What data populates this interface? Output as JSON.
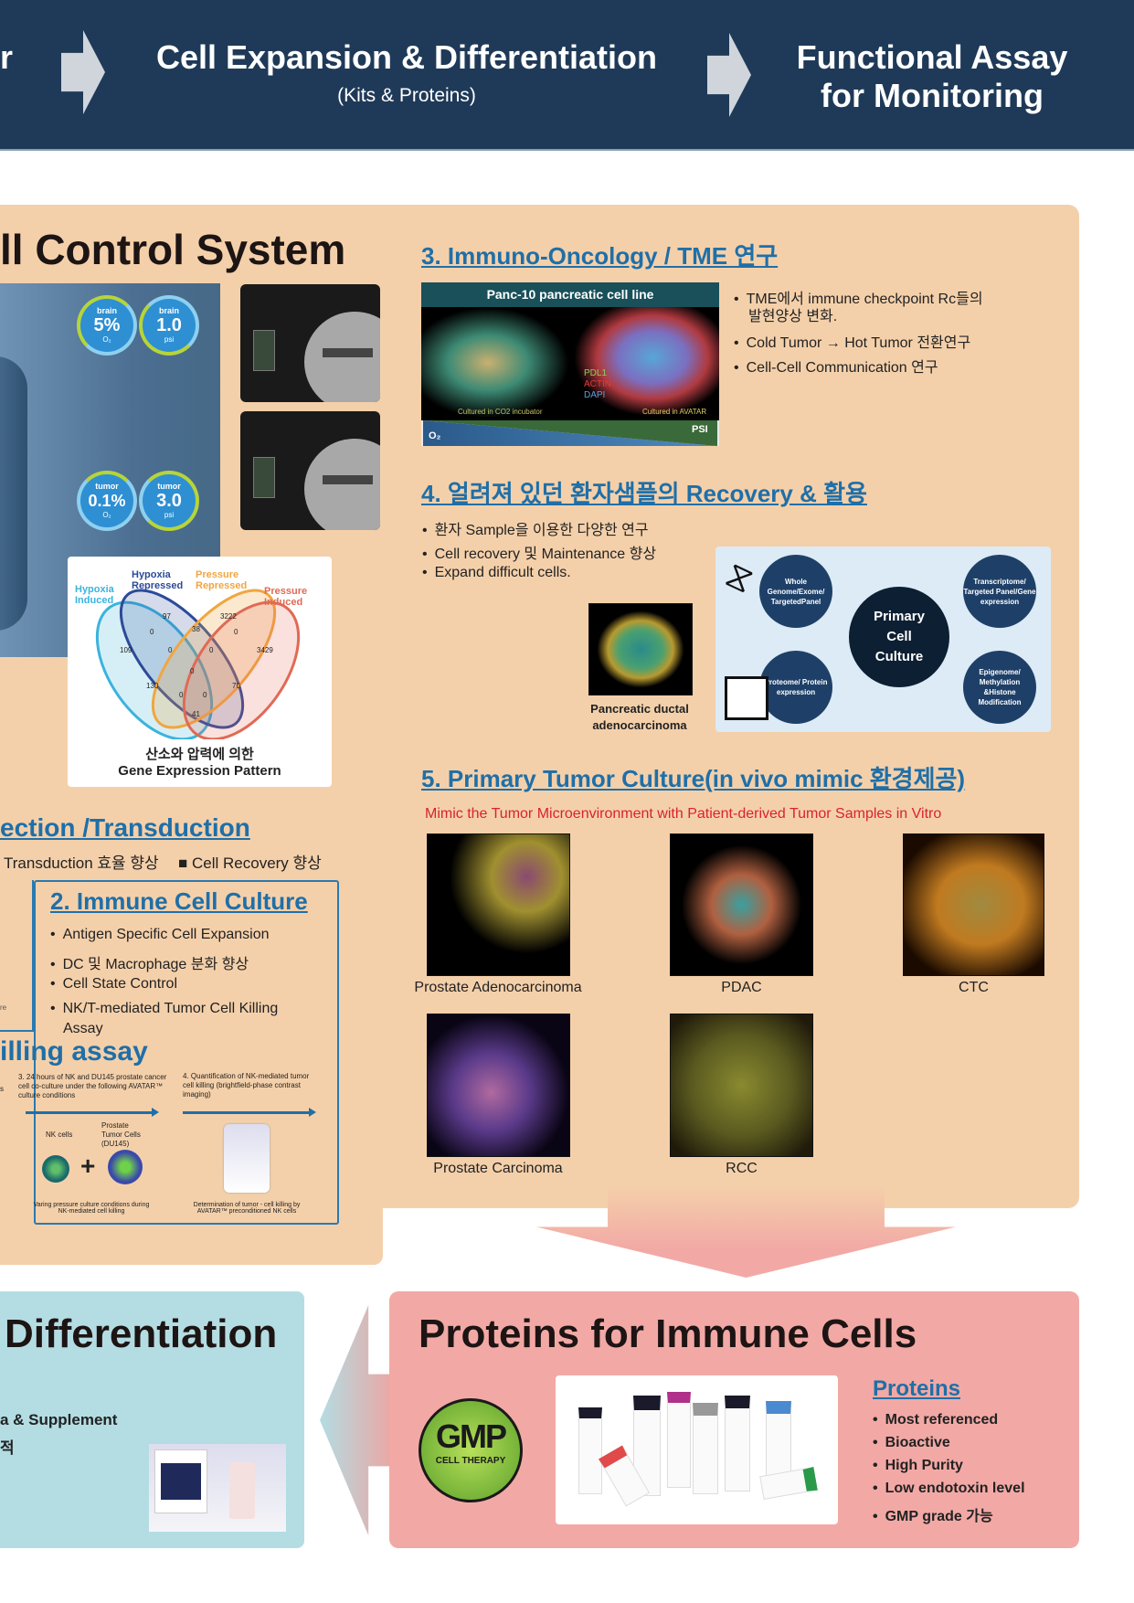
{
  "header": {
    "left_fragment": "r",
    "center_title": "Cell Expansion & Differentiation",
    "center_sub": "(Kits & Proteins)",
    "right_line1": "Functional Assay",
    "right_line2": "for Monitoring"
  },
  "control": {
    "title": "ll Control System",
    "gauges": [
      {
        "label": "brain",
        "value": "5%",
        "unit": "O₂"
      },
      {
        "label": "brain",
        "value": "1.0",
        "unit": "psi"
      },
      {
        "label": "tumor",
        "value": "0.1%",
        "unit": "O₂"
      },
      {
        "label": "tumor",
        "value": "3.0",
        "unit": "psi"
      }
    ],
    "venn": {
      "sets": [
        "Hypoxia Induced",
        "Hypoxia Repressed",
        "Pressure Repressed",
        "Pressure Induced"
      ],
      "numbers": [
        "97",
        "3222",
        "38",
        "0",
        "0",
        "109",
        "0",
        "0",
        "3429",
        "0",
        "130",
        "70",
        "0",
        "0",
        "41"
      ],
      "caption1": "산소와 압력에 의한",
      "caption2": "Gene Expression Pattern"
    }
  },
  "transfection": {
    "title": "ection /Transduction",
    "bullets": [
      "Transduction 효율 향상",
      "Cell Recovery 향상"
    ],
    "left_fragment": "re"
  },
  "immune": {
    "title": "2. Immune Cell Culture",
    "bullets": [
      "Antigen Specific Cell Expansion",
      "DC 및 Macrophage 분화 향상",
      "Cell State Control",
      "NK/T-mediated Tumor Cell Killing",
      "Assay"
    ]
  },
  "killing": {
    "title": "illing assay",
    "step3": "3. 24 hours of NK and DU145 prostate cancer cell co-culture under the following AVATAR™ culture conditions",
    "step4": "4. Quantification of NK-mediated tumor cell killing (brightfield-phase contrast imaging)",
    "nk": "NK cells",
    "tumor": "Prostate Tumor Cells (DU145)",
    "plus": "+",
    "cap3": "Varing pressure culture conditions during NK-mediated cell killing",
    "cap4": "Determination of tumor - cell killing by AVATAR™ preconditioned NK cells",
    "left_fragment": "s"
  },
  "io": {
    "title": "3. Immuno-Oncology / TME 연구",
    "image_title": "Panc-10 pancreatic cell line",
    "stain": [
      "PDL1",
      "ACTIN",
      "DAPI"
    ],
    "left_caption": "Cultured in CO2 incubator",
    "right_caption": "Cultured in AVATAR",
    "o2": "O₂",
    "psi": "PSI",
    "bullets": [
      "TME에서 immune checkpoint Rc들의",
      "발현양상 변화.",
      "Cold Tumor  → Hot Tumor 전환연구",
      "Cell-Cell Communication 연구"
    ]
  },
  "recovery": {
    "title": "4. 얼려져 있던 환자샘플의 Recovery & 활용",
    "bullets": [
      "환자 Sample을 이용한 다양한 연구",
      "Cell recovery 및 Maintenance 향상",
      "Expand difficult cells."
    ],
    "image_caption1": "Pancreatic ductal",
    "image_caption2": "adenocarcinoma",
    "diagram": {
      "center": "Primary Cell Culture",
      "genome": "Whole Genome/Exome/ TargetedPanel",
      "transcriptome": "Transcriptome/ Targeted Panel/Gene expression",
      "proteome": "Proteome/ Protein expression",
      "epigenome": "Epigenome/ Methylation &Histone Modification"
    }
  },
  "primary": {
    "title": "5. Primary Tumor Culture(in vivo mimic 환경제공)",
    "subtitle": "Mimic the Tumor Microenvironment with Patient-derived Tumor Samples in Vitro",
    "images": [
      "Prostate Adenocarcinoma",
      "PDAC",
      "CTC",
      "Prostate Carcinoma",
      "RCC"
    ]
  },
  "diff": {
    "title": "Differentiation",
    "line1": "a & Supplement",
    "line2": "적"
  },
  "proteins": {
    "title": "Proteins for Immune Cells",
    "gmp": "GMP",
    "gmp_sub": "CELL THERAPY",
    "sub_title": "Proteins",
    "bullets": [
      "Most referenced",
      "Bioactive",
      "High Purity",
      "Low endotoxin level",
      "GMP grade 가능"
    ]
  },
  "colors": {
    "navy": "#1f3a58",
    "peach": "#f4d0aa",
    "blue": "#1f6fa8",
    "red": "#d9232e",
    "pink": "#f2a9a5",
    "teal": "#b3dde3"
  }
}
